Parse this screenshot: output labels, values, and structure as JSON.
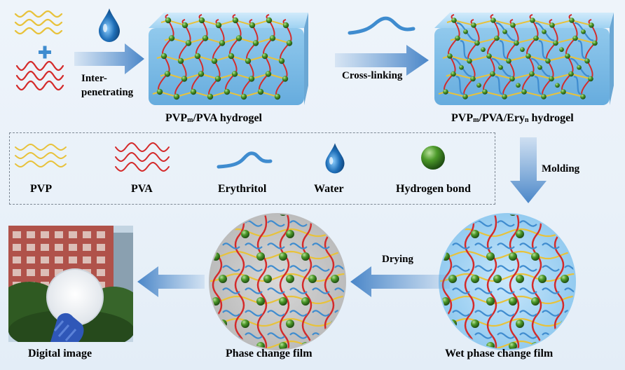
{
  "labels": {
    "interpenetrating": "Inter-\npenetrating",
    "crosslinking": "Cross-linking",
    "molding": "Molding",
    "drying": "Drying",
    "hydrogel1": "PVPm/PVA hydrogel",
    "hydrogel2": "PVPm/PVA/Eryn hydrogel",
    "digital_image": "Digital image",
    "phase_change_film": "Phase change film",
    "wet_film": "Wet phase change film"
  },
  "legend": {
    "pvp": "PVP",
    "pva": "PVA",
    "erythritol": "Erythritol",
    "water": "Water",
    "hbond": "Hydrogen bond"
  },
  "colors": {
    "pvp": "#e8c23a",
    "pva": "#d42a2a",
    "erythritol": "#3f8ccf",
    "water": "#1f6fb8",
    "hbond": "#4c9a2a",
    "arrow": "#5b93cf",
    "gel": "#9fd0f0",
    "wet_disc": "#a9d6f4",
    "dry_disc": "#c7c7c7"
  }
}
